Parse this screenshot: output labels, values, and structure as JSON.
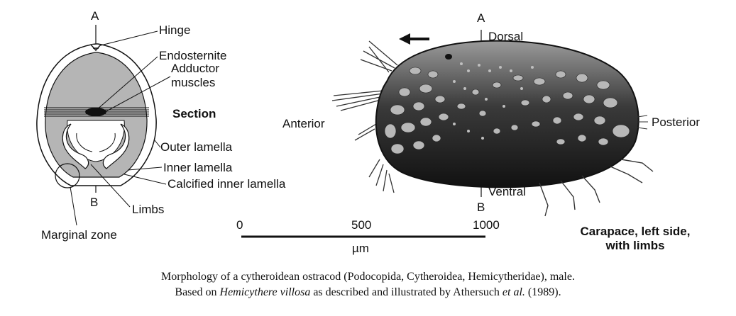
{
  "section_diagram": {
    "label_A": "A",
    "label_B": "B",
    "hinge": "Hinge",
    "endosternite": "Endosternite",
    "adductor_line1": "Adductor",
    "adductor_line2": "muscles",
    "section": "Section",
    "outer_lamella": "Outer lamella",
    "inner_lamella": "Inner lamella",
    "calcified_inner_lamella": "Calcified inner lamella",
    "limbs": "Limbs",
    "marginal_zone": "Marginal zone"
  },
  "carapace_diagram": {
    "label_A": "A",
    "label_B": "B",
    "dorsal": "Dorsal",
    "ventral": "Ventral",
    "anterior": "Anterior",
    "posterior": "Posterior",
    "title_line1": "Carapace, left side,",
    "title_line2": "with limbs"
  },
  "scale_bar": {
    "tick_0": "0",
    "tick_500": "500",
    "tick_1000": "1000",
    "unit": "µm"
  },
  "caption": {
    "line1": "Morphology of a cytheroidean ostracod (Podocopida, Cytheroidea, Hemicytheridae), male.",
    "line2_prefix": "Based on ",
    "line2_species": "Hemicythere villosa",
    "line2_middle": " as described and illustrated by Athersuch ",
    "line2_etal": "et al.",
    "line2_suffix": " (1989)."
  },
  "colors": {
    "carapace_dark": "#1a1a1a",
    "carapace_light": "#8c8c8c",
    "spot": "#b8b8b8",
    "section_fill": "#b5b5b5"
  }
}
